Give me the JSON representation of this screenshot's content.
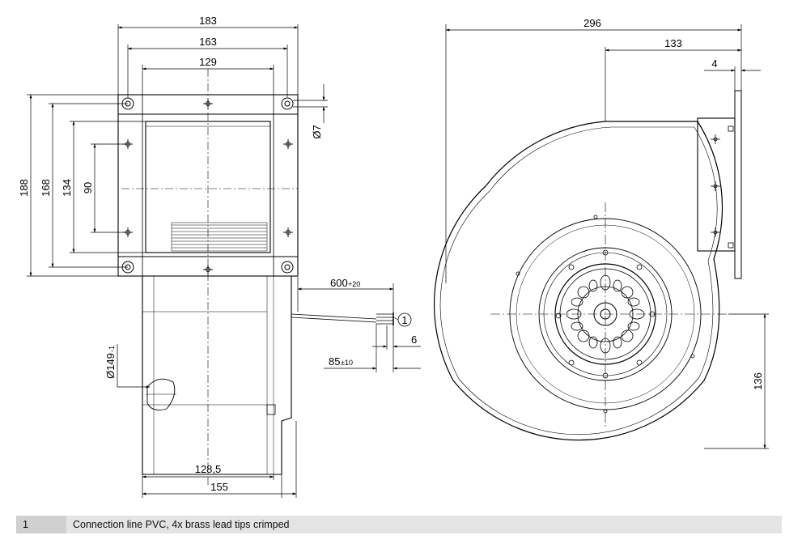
{
  "dimensions": {
    "w183": "183",
    "w163": "163",
    "w129": "129",
    "h188": "188",
    "h168": "168",
    "h134": "134",
    "h90": "90",
    "d7": "Ø7",
    "d149": "Ø149",
    "d149_tol": "-1",
    "cable_len": "600",
    "cable_len_tol": "+20",
    "strip_len": "85",
    "strip_len_tol": "±10",
    "tip_len": "6",
    "w128_5": "128,5",
    "w155": "155",
    "w296": "296",
    "w133": "133",
    "w4": "4",
    "h136": "136"
  },
  "callout": {
    "marker": "1"
  },
  "legend": {
    "number": "1",
    "text": "Connection line PVC, 4x brass lead tips crimped"
  }
}
